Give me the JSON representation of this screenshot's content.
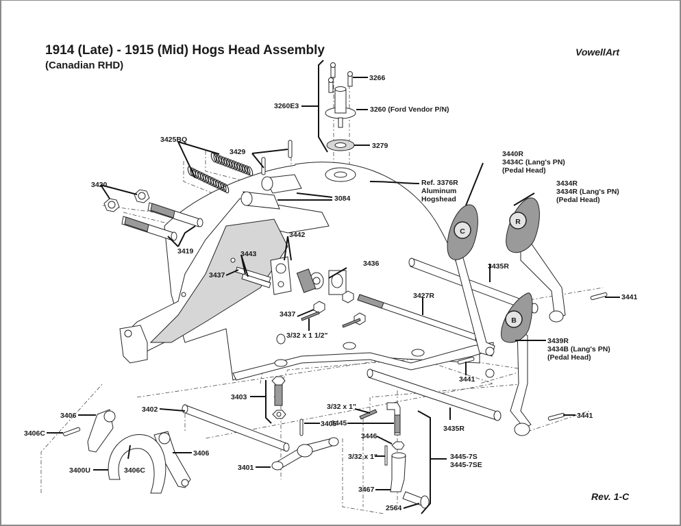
{
  "document": {
    "title": "1914 (Late) - 1915 (Mid) Hogs Head Assembly",
    "subtitle": "(Canadian RHD)",
    "brand": "VowellArt",
    "revision": "Rev. 1-C"
  },
  "pedal_glyphs": {
    "clutch": "C",
    "reverse": "R",
    "brake": "B"
  },
  "callouts": [
    {
      "id": "3266",
      "lines": [
        "3266"
      ]
    },
    {
      "id": "3260E3",
      "lines": [
        "3260E3"
      ]
    },
    {
      "id": "3260",
      "lines": [
        "3260 (Ford Vendor P/N)"
      ]
    },
    {
      "id": "3279",
      "lines": [
        "3279"
      ]
    },
    {
      "id": "3425BQ",
      "lines": [
        "3425BQ"
      ]
    },
    {
      "id": "3429",
      "lines": [
        "3429"
      ]
    },
    {
      "id": "3420",
      "lines": [
        "3420"
      ]
    },
    {
      "id": "3084",
      "lines": [
        "3084"
      ]
    },
    {
      "id": "3376R",
      "lines": [
        "Ref. 3376R",
        "Aluminum",
        "Hogshead"
      ]
    },
    {
      "id": "3440R",
      "lines": [
        "3440R",
        "3434C (Lang's PN)",
        "(Pedal Head)"
      ]
    },
    {
      "id": "3434R",
      "lines": [
        "3434R",
        "3434R (Lang's PN)",
        "(Pedal Head)"
      ]
    },
    {
      "id": "3419",
      "lines": [
        "3419"
      ]
    },
    {
      "id": "3442",
      "lines": [
        "3442"
      ]
    },
    {
      "id": "3443",
      "lines": [
        "3443"
      ]
    },
    {
      "id": "3437a",
      "lines": [
        "3437"
      ]
    },
    {
      "id": "3436",
      "lines": [
        "3436"
      ]
    },
    {
      "id": "3435R-top",
      "lines": [
        "3435R"
      ]
    },
    {
      "id": "3441-right-top",
      "lines": [
        "3441"
      ]
    },
    {
      "id": "3427R",
      "lines": [
        "3427R"
      ]
    },
    {
      "id": "3437b",
      "lines": [
        "3437"
      ]
    },
    {
      "id": "pin-3-32x1-1-2",
      "lines": [
        "3/32 x 1 1/2\""
      ]
    },
    {
      "id": "3439R",
      "lines": [
        "3439R",
        "3434B (Lang's PN)",
        "(Pedal Head)"
      ]
    },
    {
      "id": "3441-mid",
      "lines": [
        "3441"
      ]
    },
    {
      "id": "3403",
      "lines": [
        "3403"
      ]
    },
    {
      "id": "3402",
      "lines": [
        "3402"
      ]
    },
    {
      "id": "3406-left",
      "lines": [
        "3406"
      ]
    },
    {
      "id": "3406C-left",
      "lines": [
        "3406C"
      ]
    },
    {
      "id": "3406-right",
      "lines": [
        "3406"
      ]
    },
    {
      "id": "3400U",
      "lines": [
        "3400U"
      ]
    },
    {
      "id": "3406C-mid",
      "lines": [
        "3406C"
      ]
    },
    {
      "id": "3401",
      "lines": [
        "3401"
      ]
    },
    {
      "id": "3405",
      "lines": [
        "3405"
      ]
    },
    {
      "id": "pin-3-32x1-a",
      "lines": [
        "3/32 x 1\""
      ]
    },
    {
      "id": "3445",
      "lines": [
        "3445"
      ]
    },
    {
      "id": "3446",
      "lines": [
        "3446"
      ]
    },
    {
      "id": "pin-3-32x1-b",
      "lines": [
        "3/32 x 1\""
      ]
    },
    {
      "id": "3435R-bottom",
      "lines": [
        "3435R"
      ]
    },
    {
      "id": "3441-right-bottom",
      "lines": [
        "3441"
      ]
    },
    {
      "id": "3445-7S",
      "lines": [
        "3445-7S",
        "3445-7SE"
      ]
    },
    {
      "id": "3467",
      "lines": [
        "3467"
      ]
    },
    {
      "id": "2564",
      "lines": [
        "2564"
      ]
    }
  ]
}
